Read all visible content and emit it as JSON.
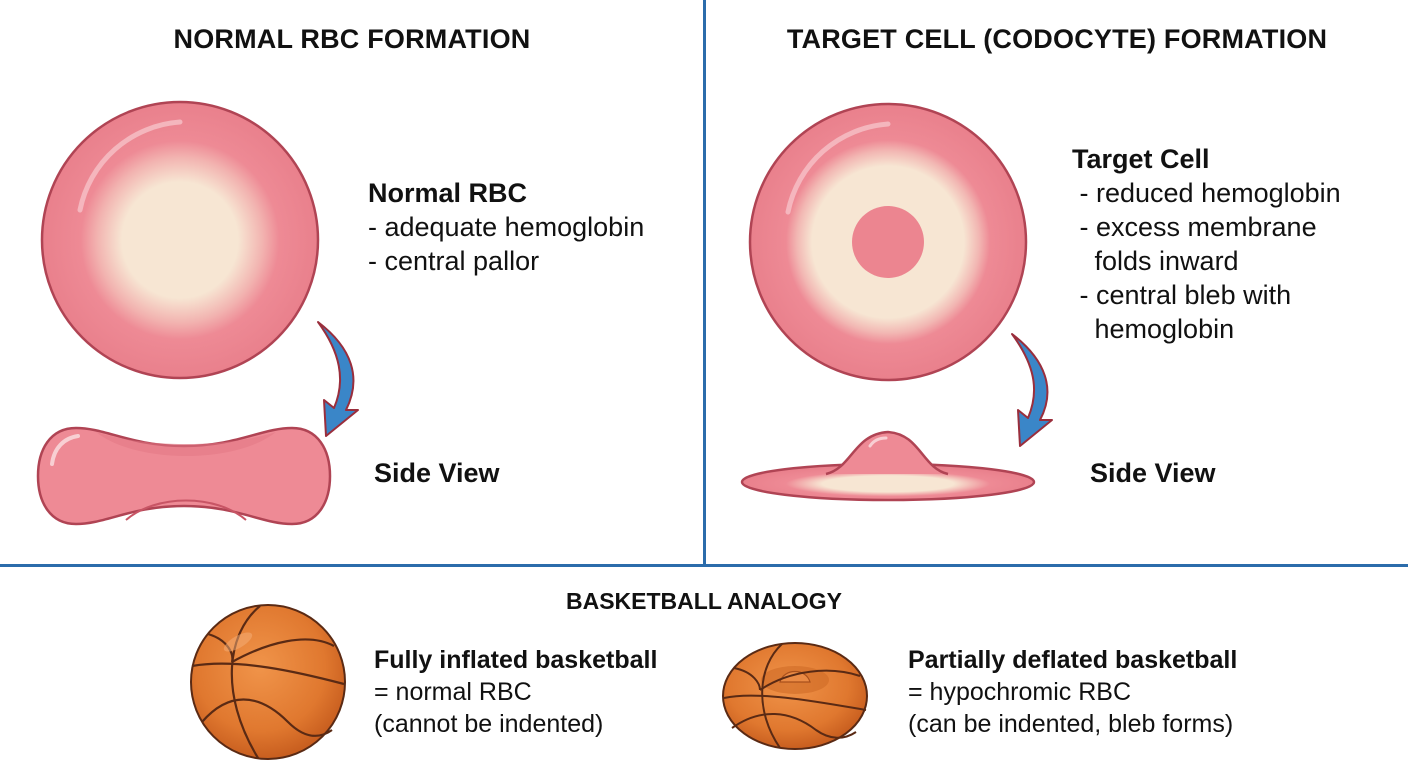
{
  "colors": {
    "divider": "#2b6cab",
    "cell_fill": "#ee8a95",
    "cell_outline": "#b04454",
    "pallor": "#f7e6d3",
    "arrow_fill": "#3a86c8",
    "arrow_outline": "#9a2e3c",
    "ball_fill": "#e0782f",
    "ball_seam": "#5a2a14"
  },
  "normal_panel": {
    "title": "NORMAL RBC FORMATION",
    "label_heading": "Normal RBC",
    "label_lines": [
      "- adequate hemoglobin",
      "- central pallor"
    ],
    "side_view_label": "Side View",
    "icons": [
      "normal-rbc-top-view-icon",
      "curved-arrow-icon",
      "biconcave-side-view-icon"
    ]
  },
  "target_panel": {
    "title": "TARGET CELL (CODOCYTE) FORMATION",
    "label_heading": "Target Cell",
    "label_lines": [
      " - reduced hemoglobin",
      " - excess membrane",
      "   folds inward",
      " - central bleb with",
      "   hemoglobin"
    ],
    "side_view_label": "Side View",
    "icons": [
      "target-cell-top-view-icon",
      "curved-arrow-icon",
      "target-cell-side-view-icon"
    ]
  },
  "analogy": {
    "title": "BASKETBALL ANALOGY",
    "items": [
      {
        "heading": "Fully inflated basketball",
        "line1": "= normal RBC",
        "line2": "(cannot be indented)",
        "icon": "inflated-basketball-icon"
      },
      {
        "heading": "Partially deflated basketball",
        "line1": "= hypochromic RBC",
        "line2": "(can be indented, bleb forms)",
        "icon": "deflated-basketball-icon"
      }
    ]
  }
}
